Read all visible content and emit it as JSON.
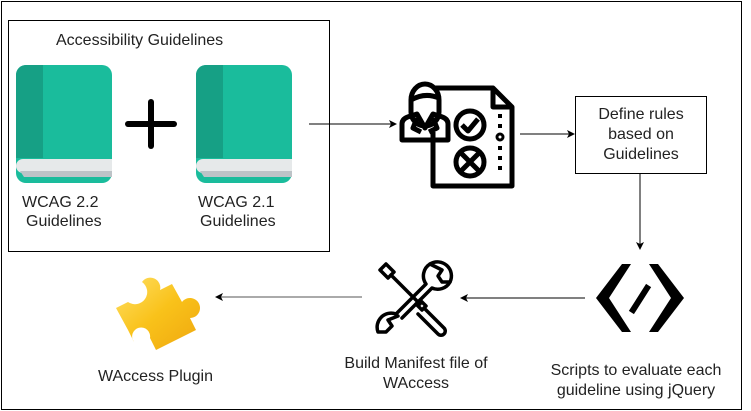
{
  "group": {
    "title": "Accessibility Guidelines",
    "book1_line1": "WCAG 2.2",
    "book1_line2": "Guidelines",
    "book2_line1": "WCAG 2.1",
    "book2_line2": "Guidelines",
    "book_icon": "book-icon",
    "plus_icon": "plus-icon"
  },
  "nodes": {
    "reviewer_icon": "person-checklist-icon",
    "rules": {
      "line1": "Define rules",
      "line2": "based on",
      "line3": "Guidelines"
    },
    "scripts": {
      "icon": "code-icon",
      "line1": "Scripts to evaluate each",
      "line2": "guideline using jQuery"
    },
    "manifest": {
      "icon": "tools-icon",
      "line1": "Build Manifest file of",
      "line2": "WAccess"
    },
    "plugin": {
      "icon": "puzzle-piece-icon",
      "label": "WAccess Plugin"
    }
  },
  "colors": {
    "book_cover": "#1ABC9C",
    "book_spine": "#16A085",
    "book_pages": "#BDC3C7",
    "puzzle": "#F9C21A"
  }
}
